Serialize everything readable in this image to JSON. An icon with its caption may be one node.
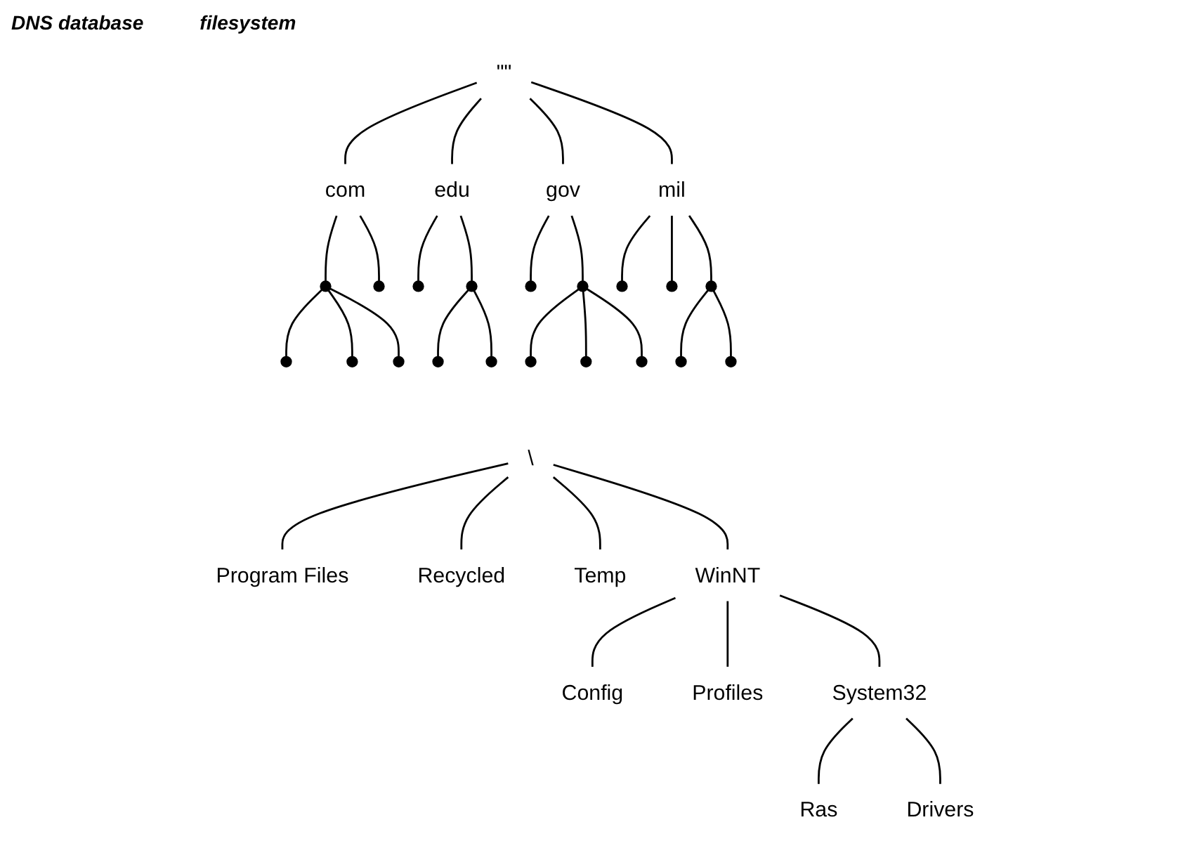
{
  "diagram": {
    "nodes": [
      {
        "text": [
          "\"\""
        ]
      },
      {
        "text": [
          "com"
        ]
      },
      {
        "text": [
          "edu"
        ]
      },
      {
        "text": [
          "gov"
        ]
      },
      {
        "text": [
          "mil"
        ]
      },
      {
        "text": [],
        "shape": "circle"
      },
      {
        "text": [],
        "shape": "circle"
      },
      {
        "text": [],
        "shape": "circle"
      },
      {
        "text": [],
        "shape": "circle"
      },
      {
        "text": [],
        "shape": "circle"
      },
      {
        "text": [],
        "shape": "circle"
      },
      {
        "text": [],
        "shape": "circle"
      },
      {
        "text": [],
        "shape": "circle"
      },
      {
        "text": [],
        "shape": "circle"
      },
      {
        "text": [],
        "shape": "circle"
      },
      {
        "text": [],
        "shape": "circle"
      },
      {
        "text": [],
        "shape": "circle"
      },
      {
        "text": [],
        "shape": "circle"
      },
      {
        "text": [],
        "shape": "circle"
      },
      {
        "text": [],
        "shape": "circle"
      },
      {
        "text": [],
        "shape": "circle"
      },
      {
        "text": [],
        "shape": "circle"
      },
      {
        "text": [],
        "shape": "circle"
      },
      {
        "text": [],
        "shape": "circle"
      },
      {
        "text": [
          "\\"
        ]
      },
      {
        "text": [
          "Program Files"
        ]
      },
      {
        "text": [
          "Recycled"
        ]
      },
      {
        "text": [
          "Temp"
        ]
      },
      {
        "text": [
          "WinNT"
        ]
      },
      {
        "text": [
          "Config"
        ]
      },
      {
        "text": [
          "Profiles"
        ]
      },
      {
        "text": [
          "System32"
        ]
      },
      {
        "text": [
          "Ras"
        ]
      },
      {
        "text": [
          "Drivers"
        ]
      }
    ],
    "edges": [
      {
        "from": 0,
        "to": 1,
        "arrow": "none"
      },
      {
        "from": 0,
        "to": 2,
        "arrow": "none"
      },
      {
        "from": 0,
        "to": 3,
        "arrow": "none"
      },
      {
        "from": 0,
        "to": 4,
        "arrow": "none"
      },
      {
        "from": 1,
        "to": 5,
        "arrow": "none"
      },
      {
        "from": 1,
        "to": 6,
        "arrow": "none"
      },
      {
        "from": 2,
        "to": 7,
        "arrow": "none"
      },
      {
        "from": 2,
        "to": 8,
        "arrow": "none"
      },
      {
        "from": 3,
        "to": 9,
        "arrow": "none"
      },
      {
        "from": 3,
        "to": 10,
        "arrow": "none"
      },
      {
        "from": 4,
        "to": 11,
        "arrow": "none"
      },
      {
        "from": 4,
        "to": 12,
        "arrow": "none"
      },
      {
        "from": 4,
        "to": 13,
        "arrow": "none"
      },
      {
        "from": 5,
        "to": 14,
        "arrow": "none"
      },
      {
        "from": 5,
        "to": 15,
        "arrow": "none"
      },
      {
        "from": 5,
        "to": 16,
        "arrow": "none"
      },
      {
        "from": 8,
        "to": 17,
        "arrow": "none"
      },
      {
        "from": 8,
        "to": 18,
        "arrow": "none"
      },
      {
        "from": 10,
        "to": 19,
        "arrow": "none"
      },
      {
        "from": 10,
        "to": 20,
        "arrow": "none"
      },
      {
        "from": 10,
        "to": 21,
        "arrow": "none"
      },
      {
        "from": 13,
        "to": 22,
        "arrow": "none"
      },
      {
        "from": 13,
        "to": 23,
        "arrow": "none"
      },
      {
        "from": 24,
        "to": 25,
        "arrow": "none"
      },
      {
        "from": 24,
        "to": 26,
        "arrow": "none"
      },
      {
        "from": 24,
        "to": 27,
        "arrow": "none"
      },
      {
        "from": 24,
        "to": 28,
        "arrow": "none"
      },
      {
        "from": 28,
        "to": 29,
        "arrow": "none"
      },
      {
        "from": 28,
        "to": 30,
        "arrow": "none"
      },
      {
        "from": 28,
        "to": 31,
        "arrow": "none"
      },
      {
        "from": 31,
        "to": 32,
        "arrow": "none"
      },
      {
        "from": 31,
        "to": 33,
        "arrow": "none"
      }
    ],
    "labels": [
      "DNS database",
      "filesystem"
    ]
  }
}
